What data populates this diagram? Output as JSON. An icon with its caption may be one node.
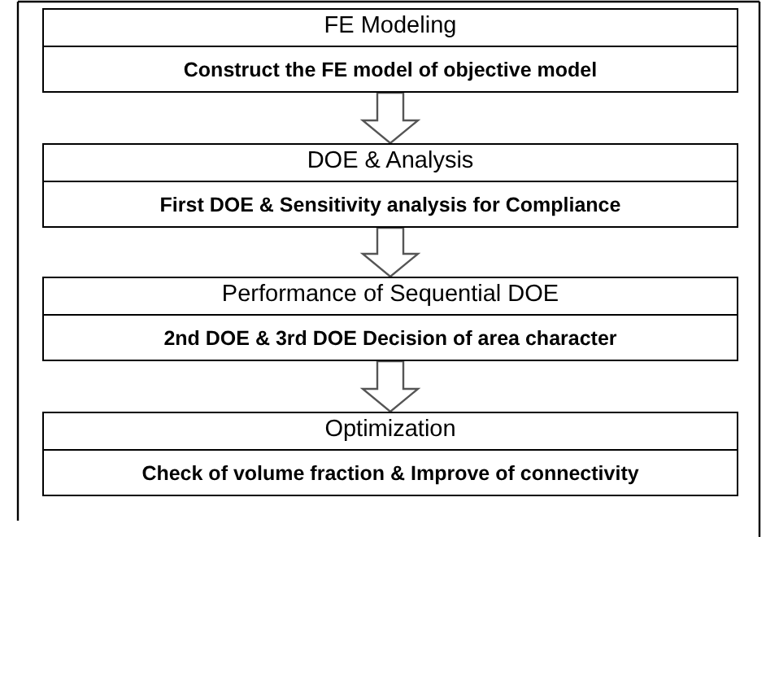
{
  "diagram": {
    "nodes": [
      {
        "text": [
          "FE Modeling",
          "Construct the FE model of objective model"
        ]
      },
      {
        "text": [
          "DOE & Analysis",
          "First DOE & Sensitivity analysis for Compliance"
        ]
      },
      {
        "text": [
          "Performance of Sequential DOE",
          "2nd DOE & 3rd DOE Decision of area character"
        ]
      },
      {
        "text": [
          "Optimization",
          "Check of volume fraction & Improve of connectivity"
        ]
      }
    ],
    "edges": [
      {
        "from": 0,
        "to": 1,
        "arrow": "to"
      },
      {
        "from": 1,
        "to": 2,
        "arrow": "to"
      },
      {
        "from": 2,
        "to": 3,
        "arrow": "to"
      }
    ]
  }
}
